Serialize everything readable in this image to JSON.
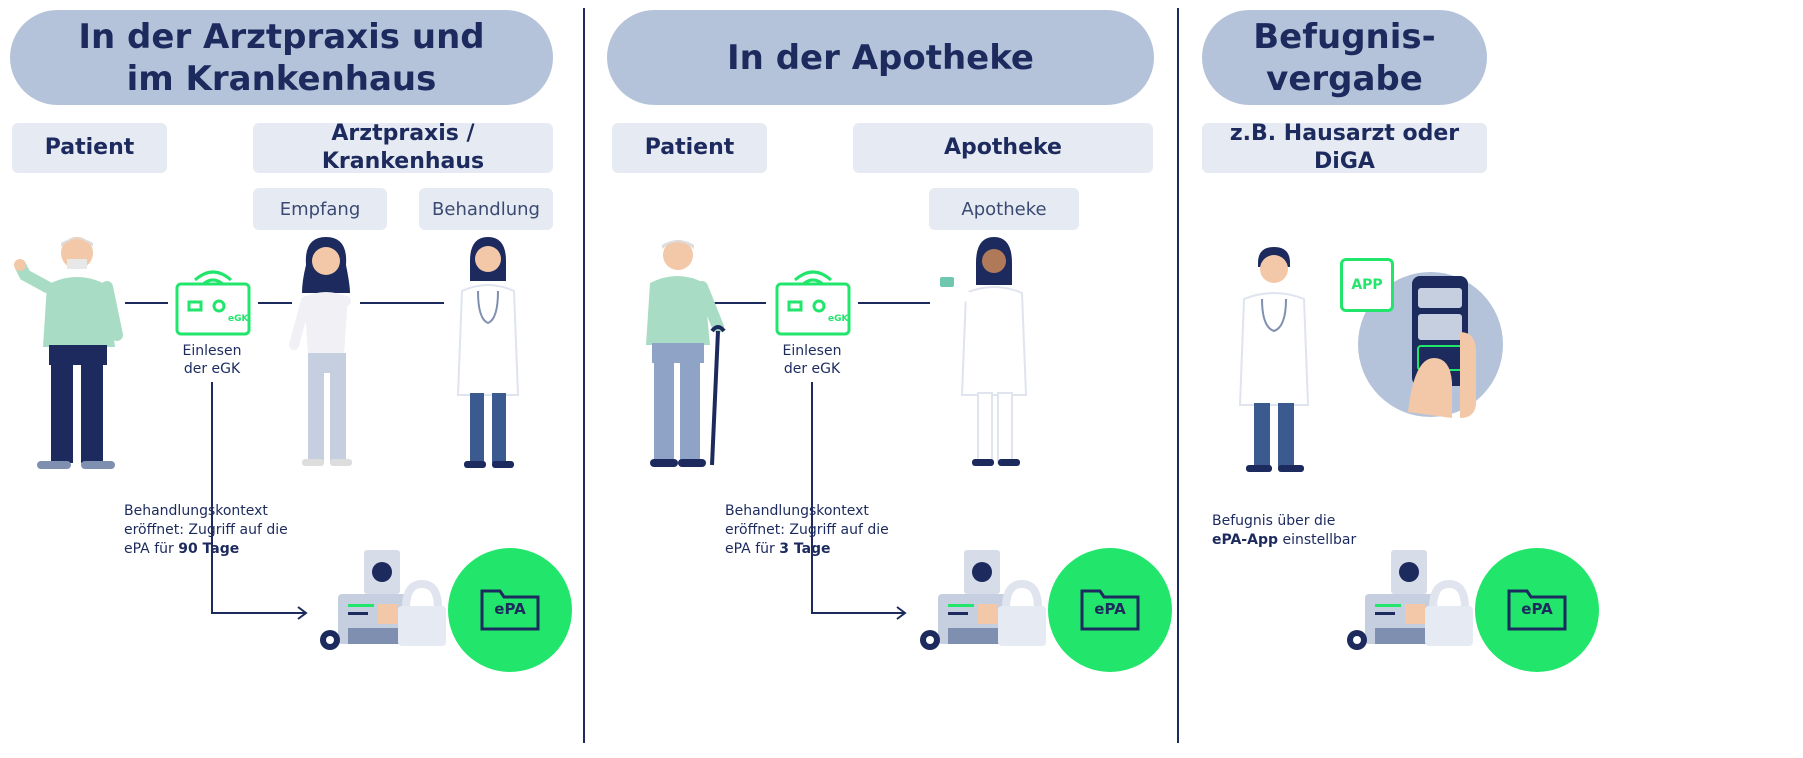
{
  "sections": [
    {
      "title": "In der Arztpraxis und\nim Krankenhaus",
      "patient_label": "Patient",
      "facility_label": "Arztpraxis /\nKrankenhaus",
      "sub_labels": [
        "Empfang",
        "Behandlung"
      ],
      "card_caption": "Einlesen\nder eGK",
      "context_text_prefix": "Behandlungskontext\neröffnet: Zugriff auf die\nePA für ",
      "context_text_bold": "90 Tage",
      "card_label": "eGK",
      "epa_label": "ePA"
    },
    {
      "title": "In der Apotheke",
      "patient_label": "Patient",
      "facility_label": "Apotheke",
      "sub_labels": [
        "Apotheke"
      ],
      "card_caption": "Einlesen\nder eGK",
      "context_text_prefix": "Behandlungskontext\neröffnet: Zugriff auf die\nePA für ",
      "context_text_bold": "3 Tage",
      "card_label": "eGK",
      "epa_label": "ePA"
    },
    {
      "title": "Befugnis-\nvergabe",
      "facility_label": "z.B. Hausarzt oder\nDiGA",
      "app_label": "APP",
      "auth_text_prefix": "Befugnis über die\n",
      "auth_text_bold": "ePA-App",
      "auth_text_suffix": " einstellbar",
      "epa_label": "ePA"
    }
  ],
  "colors": {
    "navy": "#1c2a5e",
    "pill": "#b5c3da",
    "box": "#e6eaf2",
    "green": "#22e66b",
    "sweater": "#a9dcc4",
    "skin": "#f2c8a8"
  }
}
